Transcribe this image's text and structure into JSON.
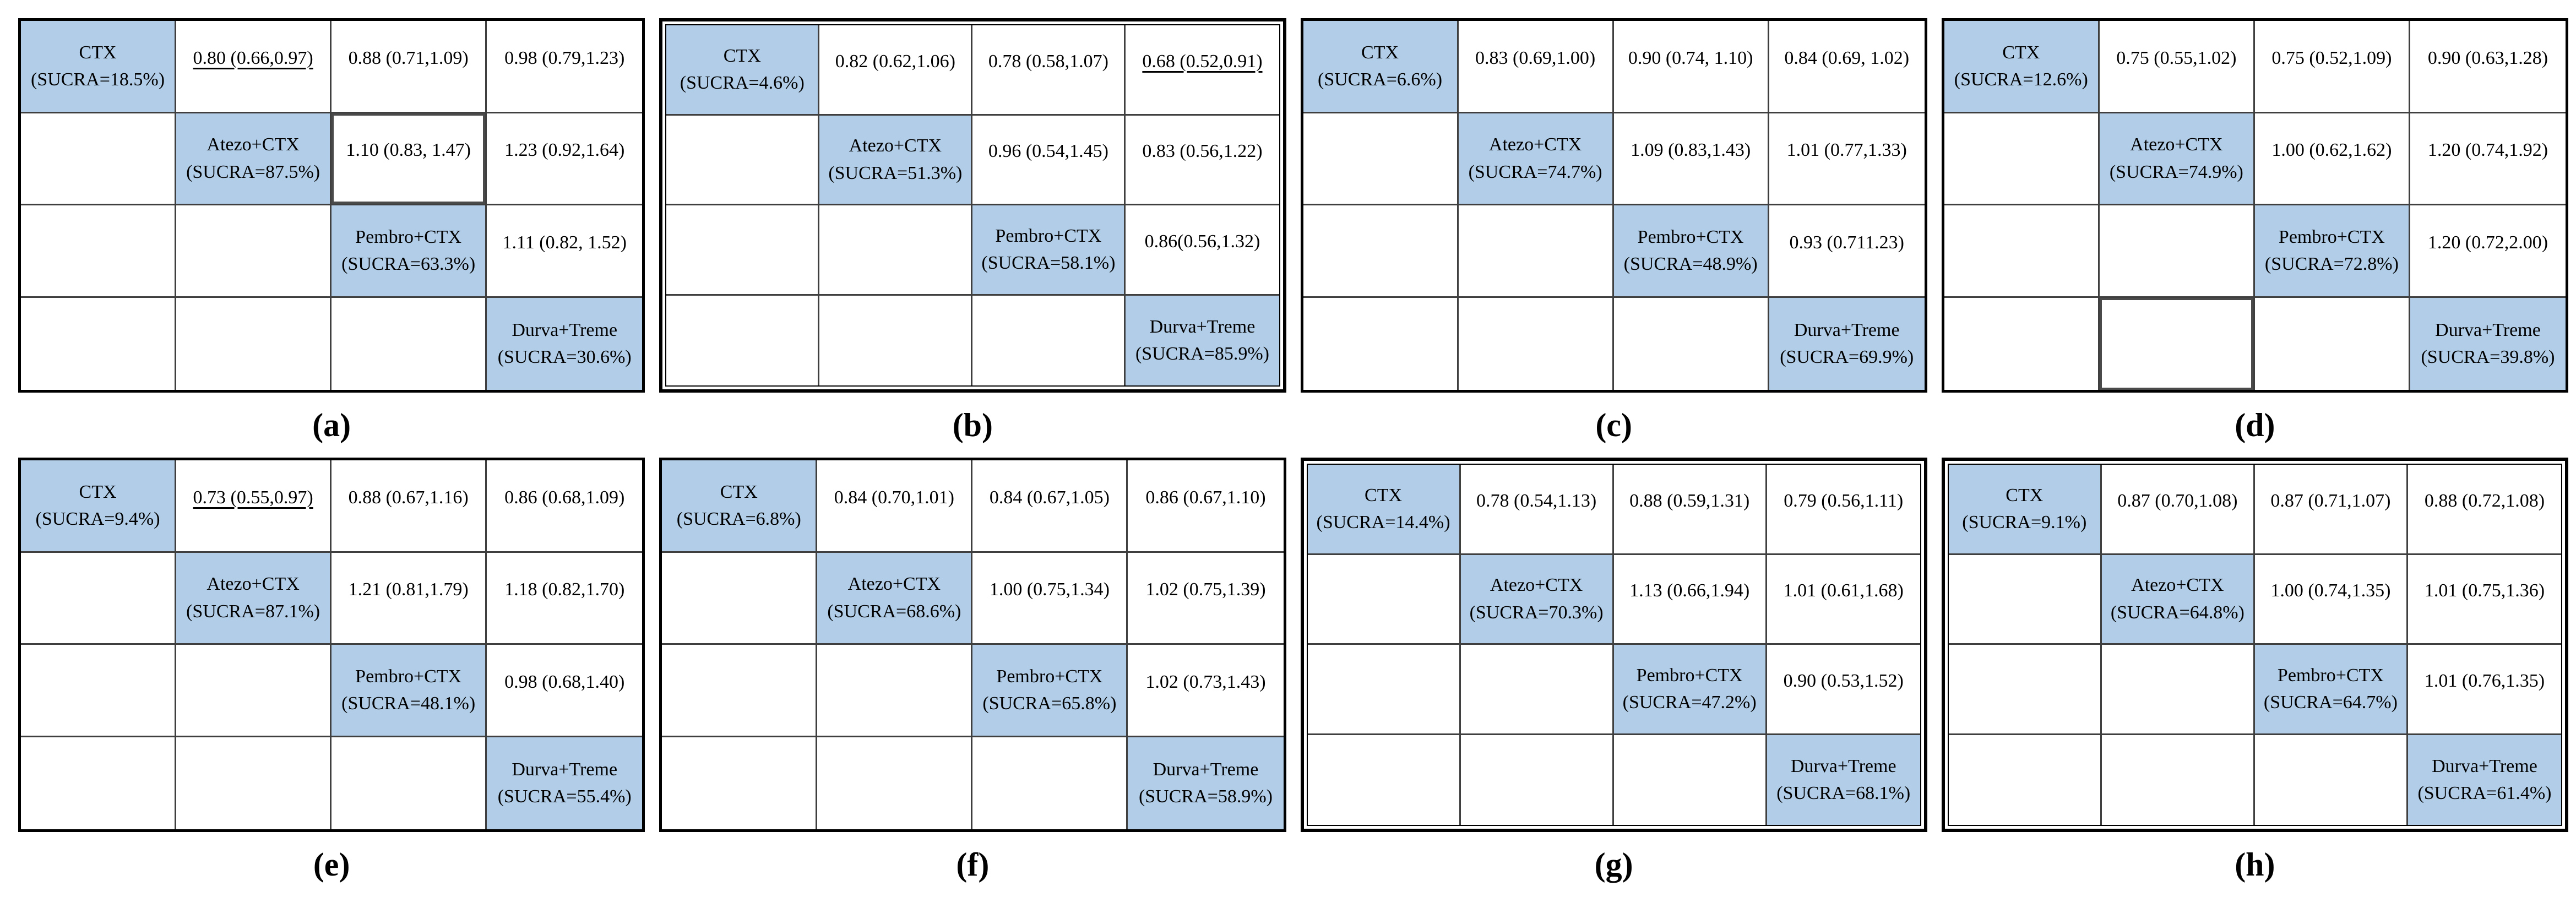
{
  "figure_type": "network-meta-analysis-league-tables",
  "colors": {
    "diagonal_fill": "#B1CDE8",
    "grid_line": "#3F3F3F",
    "outer_border": "#000000",
    "text": "#000000",
    "background": "#FFFFFF"
  },
  "treatments": [
    "CTX",
    "Atezo+CTX",
    "Pembro+CTX",
    "Durva+Treme"
  ],
  "tables": [
    {
      "id": "a",
      "label": "(a)",
      "double_outer_border": false,
      "diagonal": [
        {
          "name": "CTX",
          "sucra": "(SUCRA=18.5%)"
        },
        {
          "name": "Atezo+CTX",
          "sucra": "(SUCRA=87.5%)"
        },
        {
          "name": "Pembro+CTX",
          "sucra": "(SUCRA=63.3%)"
        },
        {
          "name": "Durva+Treme",
          "sucra": "(SUCRA=30.6%)"
        }
      ],
      "cells": {
        "r1c2": {
          "text": "0.80 (0.66,0.97)",
          "underline": true
        },
        "r1c3": {
          "text": "0.88 (0.71,1.09)"
        },
        "r1c4": {
          "text": "0.98 (0.79,1.23)"
        },
        "r2c3": {
          "text": "1.10 (0.83, 1.47)",
          "thick_border": true
        },
        "r2c4": {
          "text": "1.23 (0.92,1.64)"
        },
        "r3c4": {
          "text": "1.11 (0.82, 1.52)"
        }
      }
    },
    {
      "id": "b",
      "label": "(b)",
      "double_outer_border": true,
      "diagonal": [
        {
          "name": "CTX",
          "sucra": "(SUCRA=4.6%)"
        },
        {
          "name": "Atezo+CTX",
          "sucra": "(SUCRA=51.3%)"
        },
        {
          "name": "Pembro+CTX",
          "sucra": "(SUCRA=58.1%)"
        },
        {
          "name": "Durva+Treme",
          "sucra": "(SUCRA=85.9%)"
        }
      ],
      "cells": {
        "r1c2": {
          "text": "0.82 (0.62,1.06)"
        },
        "r1c3": {
          "text": "0.78 (0.58,1.07)"
        },
        "r1c4": {
          "text": "0.68 (0.52,0.91)",
          "underline": true
        },
        "r2c3": {
          "text": "0.96 (0.54,1.45)"
        },
        "r2c4": {
          "text": "0.83 (0.56,1.22)"
        },
        "r3c4": {
          "text": "0.86(0.56,1.32)"
        }
      }
    },
    {
      "id": "c",
      "label": "(c)",
      "double_outer_border": false,
      "diagonal": [
        {
          "name": "CTX",
          "sucra": "(SUCRA=6.6%)"
        },
        {
          "name": "Atezo+CTX",
          "sucra": "(SUCRA=74.7%)"
        },
        {
          "name": "Pembro+CTX",
          "sucra": "(SUCRA=48.9%)"
        },
        {
          "name": "Durva+Treme",
          "sucra": "(SUCRA=69.9%)"
        }
      ],
      "cells": {
        "r1c2": {
          "text": "0.83 (0.69,1.00)"
        },
        "r1c3": {
          "text": "0.90 (0.74, 1.10)"
        },
        "r1c4": {
          "text": "0.84 (0.69, 1.02)"
        },
        "r2c3": {
          "text": "1.09 (0.83,1.43)"
        },
        "r2c4": {
          "text": "1.01 (0.77,1.33)"
        },
        "r3c4": {
          "text": "0.93 (0.711.23)"
        }
      }
    },
    {
      "id": "d",
      "label": "(d)",
      "double_outer_border": false,
      "diagonal": [
        {
          "name": "CTX",
          "sucra": "(SUCRA=12.6%)"
        },
        {
          "name": "Atezo+CTX",
          "sucra": "(SUCRA=74.9%)"
        },
        {
          "name": "Pembro+CTX",
          "sucra": "(SUCRA=72.8%)"
        },
        {
          "name": "Durva+Treme",
          "sucra": "(SUCRA=39.8%)"
        }
      ],
      "cells": {
        "r1c2": {
          "text": "0.75 (0.55,1.02)"
        },
        "r1c3": {
          "text": "0.75 (0.52,1.09)"
        },
        "r1c4": {
          "text": "0.90 (0.63,1.28)"
        },
        "r2c3": {
          "text": "1.00 (0.62,1.62)"
        },
        "r2c4": {
          "text": "1.20 (0.74,1.92)"
        },
        "r3c4": {
          "text": "1.20 (0.72,2.00)"
        },
        "r4c2": {
          "text": "",
          "thick_border": true
        }
      }
    },
    {
      "id": "e",
      "label": "(e)",
      "double_outer_border": false,
      "diagonal": [
        {
          "name": "CTX",
          "sucra": "(SUCRA=9.4%)"
        },
        {
          "name": "Atezo+CTX",
          "sucra": "(SUCRA=87.1%)"
        },
        {
          "name": "Pembro+CTX",
          "sucra": "(SUCRA=48.1%)"
        },
        {
          "name": "Durva+Treme",
          "sucra": "(SUCRA=55.4%)"
        }
      ],
      "cells": {
        "r1c2": {
          "text": "0.73 (0.55,0.97)",
          "underline": true
        },
        "r1c3": {
          "text": "0.88 (0.67,1.16)"
        },
        "r1c4": {
          "text": "0.86 (0.68,1.09)"
        },
        "r2c3": {
          "text": "1.21 (0.81,1.79)"
        },
        "r2c4": {
          "text": "1.18 (0.82,1.70)"
        },
        "r3c4": {
          "text": "0.98 (0.68,1.40)"
        }
      }
    },
    {
      "id": "f",
      "label": "(f)",
      "double_outer_border": false,
      "diagonal": [
        {
          "name": "CTX",
          "sucra": "(SUCRA=6.8%)"
        },
        {
          "name": "Atezo+CTX",
          "sucra": "(SUCRA=68.6%)"
        },
        {
          "name": "Pembro+CTX",
          "sucra": "(SUCRA=65.8%)"
        },
        {
          "name": "Durva+Treme",
          "sucra": "(SUCRA=58.9%)"
        }
      ],
      "cells": {
        "r1c2": {
          "text": "0.84 (0.70,1.01)"
        },
        "r1c3": {
          "text": "0.84 (0.67,1.05)"
        },
        "r1c4": {
          "text": "0.86 (0.67,1.10)"
        },
        "r2c3": {
          "text": "1.00 (0.75,1.34)"
        },
        "r2c4": {
          "text": "1.02 (0.75,1.39)"
        },
        "r3c4": {
          "text": "1.02 (0.73,1.43)"
        }
      }
    },
    {
      "id": "g",
      "label": "(g)",
      "double_outer_border": true,
      "diagonal": [
        {
          "name": "CTX",
          "sucra": "(SUCRA=14.4%)"
        },
        {
          "name": "Atezo+CTX",
          "sucra": "(SUCRA=70.3%)"
        },
        {
          "name": "Pembro+CTX",
          "sucra": "(SUCRA=47.2%)"
        },
        {
          "name": "Durva+Treme",
          "sucra": "(SUCRA=68.1%)"
        }
      ],
      "cells": {
        "r1c2": {
          "text": "0.78 (0.54,1.13)"
        },
        "r1c3": {
          "text": "0.88 (0.59,1.31)"
        },
        "r1c4": {
          "text": "0.79 (0.56,1.11)"
        },
        "r2c3": {
          "text": "1.13 (0.66,1.94)"
        },
        "r2c4": {
          "text": "1.01 (0.61,1.68)"
        },
        "r3c4": {
          "text": "0.90 (0.53,1.52)"
        }
      }
    },
    {
      "id": "h",
      "label": "(h)",
      "double_outer_border": true,
      "diagonal": [
        {
          "name": "CTX",
          "sucra": "(SUCRA=9.1%)"
        },
        {
          "name": "Atezo+CTX",
          "sucra": "(SUCRA=64.8%)"
        },
        {
          "name": "Pembro+CTX",
          "sucra": "(SUCRA=64.7%)"
        },
        {
          "name": "Durva+Treme",
          "sucra": "(SUCRA=61.4%)"
        }
      ],
      "cells": {
        "r1c2": {
          "text": "0.87 (0.70,1.08)"
        },
        "r1c3": {
          "text": "0.87 (0.71,1.07)"
        },
        "r1c4": {
          "text": "0.88 (0.72,1.08)"
        },
        "r2c3": {
          "text": "1.00 (0.74,1.35)"
        },
        "r2c4": {
          "text": "1.01 (0.75,1.36)"
        },
        "r3c4": {
          "text": "1.01 (0.76,1.35)"
        }
      }
    }
  ]
}
